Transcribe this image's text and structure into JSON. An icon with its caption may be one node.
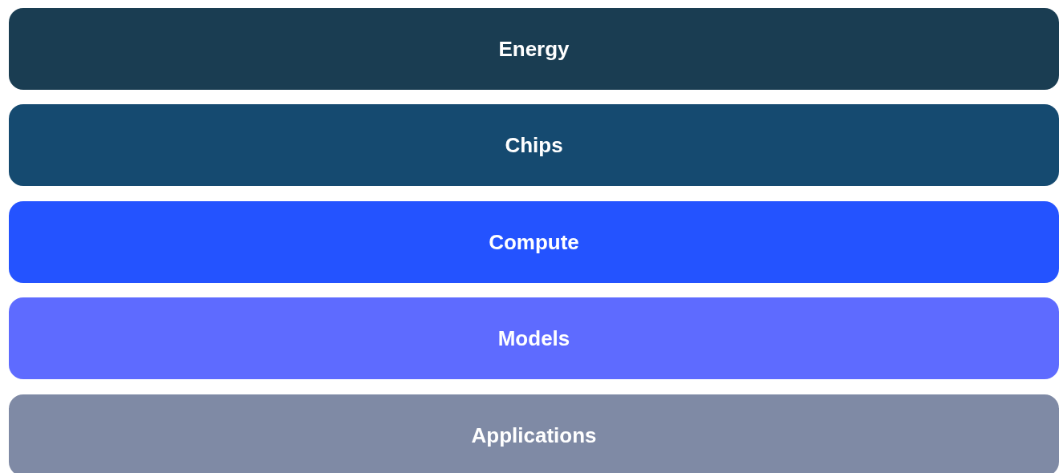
{
  "diagram": {
    "nodes": [
      {
        "text": [
          "Energy"
        ]
      },
      {
        "text": [
          "Chips"
        ]
      },
      {
        "text": [
          "Compute"
        ]
      },
      {
        "text": [
          "Models"
        ]
      },
      {
        "text": [
          "Applications"
        ]
      }
    ]
  }
}
